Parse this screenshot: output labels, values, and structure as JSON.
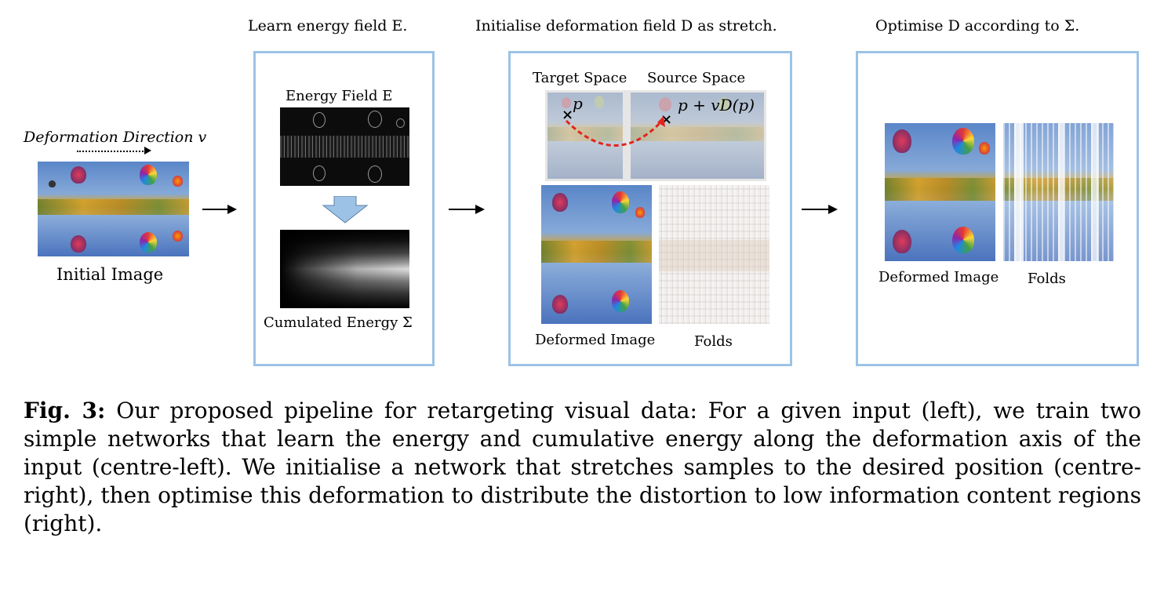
{
  "stages": {
    "learn": "Learn energy field E.",
    "init": "Initialise deformation field D as stretch.",
    "optimise": "Optimise D according to Σ."
  },
  "initial": {
    "direction_label": "Deformation Direction v",
    "image_label": "Initial Image"
  },
  "energy_panel": {
    "energy_field_label": "Energy Field E",
    "cumulated_label": "Cumulated Energy Σ"
  },
  "init_panel": {
    "target_space": "Target Space",
    "source_space": "Source Space",
    "point_p": "p",
    "point_mapped": "p + vD(p)",
    "deformed_label": "Deformed Image",
    "folds_label": "Folds"
  },
  "final_panel": {
    "deformed_label": "Deformed Image",
    "folds_label": "Folds"
  },
  "caption": {
    "fig_label": "Fig. 3:",
    "text": "Our proposed pipeline for retargeting visual data: For a given input (left), we train two simple networks that learn the energy and cumulative energy along the deformation axis of the input (centre-left). We initialise a network that stretches samples to the desired position (centre-right), then optimise this deformation to distribute the distortion to low information content regions (right)."
  },
  "colors": {
    "panel_border": "#9cc3e6",
    "down_arrow": "#9cc3e6",
    "mapping_arrow": "#e3241b"
  }
}
